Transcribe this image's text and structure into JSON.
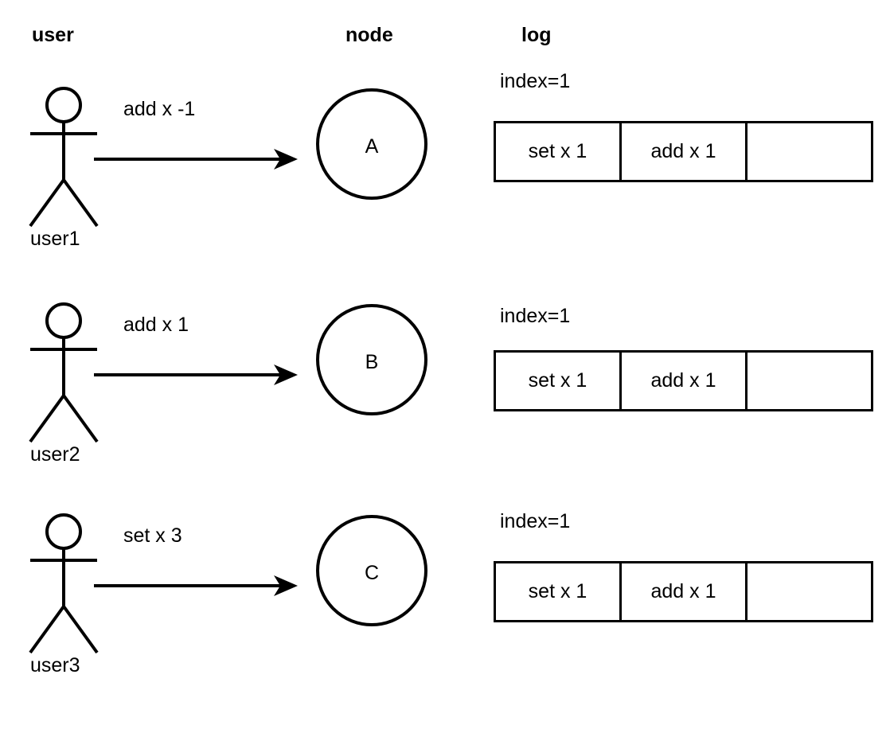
{
  "columns": {
    "user": "user",
    "node": "node",
    "log": "log"
  },
  "rows": [
    {
      "actor_label": "user1",
      "actor_icon": "stick-figure-icon",
      "message": "add x -1",
      "arrow_icon": "arrow-right-icon",
      "node_letter": "A",
      "log": {
        "index_label": "index=1",
        "entries": [
          "set x 1",
          "add x 1",
          ""
        ]
      }
    },
    {
      "actor_label": "user2",
      "actor_icon": "stick-figure-icon",
      "message": "add x 1",
      "arrow_icon": "arrow-right-icon",
      "node_letter": "B",
      "log": {
        "index_label": "index=1",
        "entries": [
          "set x 1",
          "add x 1",
          ""
        ]
      }
    },
    {
      "actor_label": "user3",
      "actor_icon": "stick-figure-icon",
      "message": "set x 3",
      "arrow_icon": "arrow-right-icon",
      "node_letter": "C",
      "log": {
        "index_label": "index=1",
        "entries": [
          "set x 1",
          "add x 1",
          ""
        ]
      }
    }
  ],
  "colors": {
    "stroke": "#000000",
    "background": "#ffffff",
    "text": "#000000"
  }
}
